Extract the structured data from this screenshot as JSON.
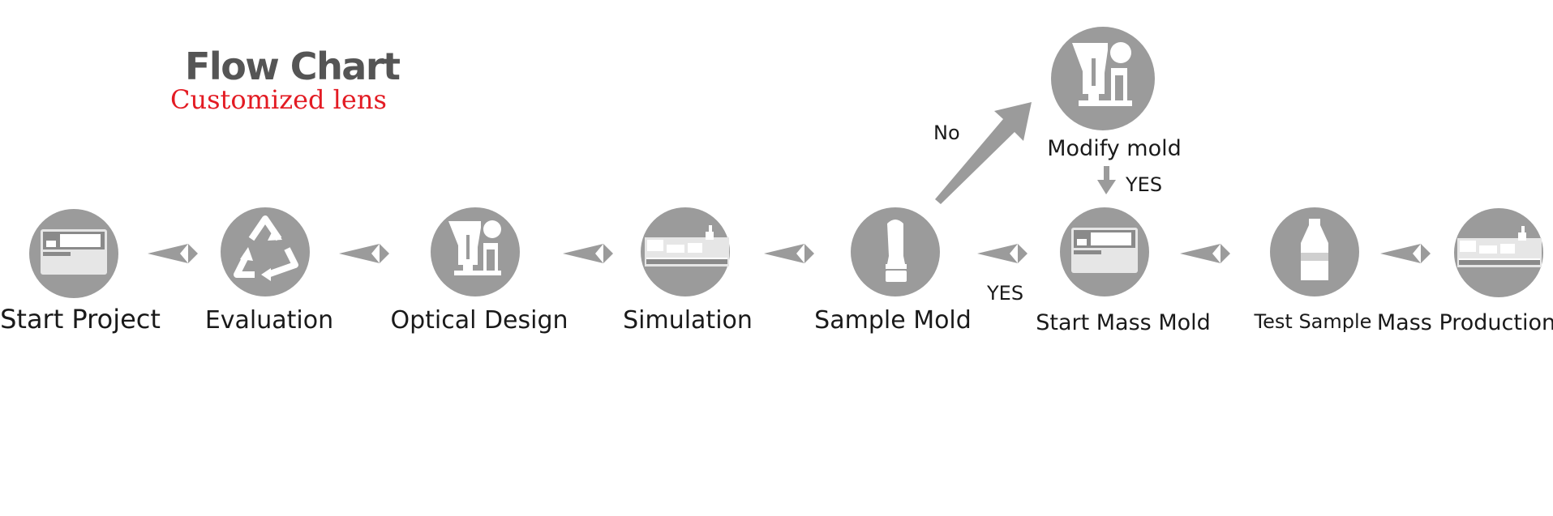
{
  "title": "Flow Chart",
  "subtitle": "Customized lens",
  "colors": {
    "node_fill": "#9b9b9b",
    "arrow_fill": "#9b9b9b",
    "icon_white": "#ffffff",
    "icon_light": "#e6e6e6",
    "title": "#555555",
    "subtitle": "#e31b23",
    "text": "#1a1a1a"
  },
  "steps": [
    {
      "id": "start-project",
      "label": "Start Project",
      "icon": "machine-panel-icon"
    },
    {
      "id": "evaluation",
      "label": "Evaluation",
      "icon": "recycle-icon"
    },
    {
      "id": "optical-design",
      "label": "Optical Design",
      "icon": "dryer-hopper-icon"
    },
    {
      "id": "simulation",
      "label": "Simulation",
      "icon": "injection-machine-icon"
    },
    {
      "id": "sample-mold",
      "label": "Sample Mold",
      "icon": "preform-icon"
    },
    {
      "id": "start-mass-mold",
      "label": "Start Mass Mold",
      "icon": "machine-panel-icon"
    },
    {
      "id": "test-sample",
      "label": "Test Sample",
      "icon": "bottle-icon"
    },
    {
      "id": "mass-production",
      "label": "Mass Production",
      "icon": "injection-machine-icon"
    }
  ],
  "branch": {
    "label": "Modify mold",
    "icon": "dryer-hopper-icon"
  },
  "edge_labels": {
    "no": "No",
    "yes_to_mass": "YES",
    "yes_from_modify": "YES"
  }
}
